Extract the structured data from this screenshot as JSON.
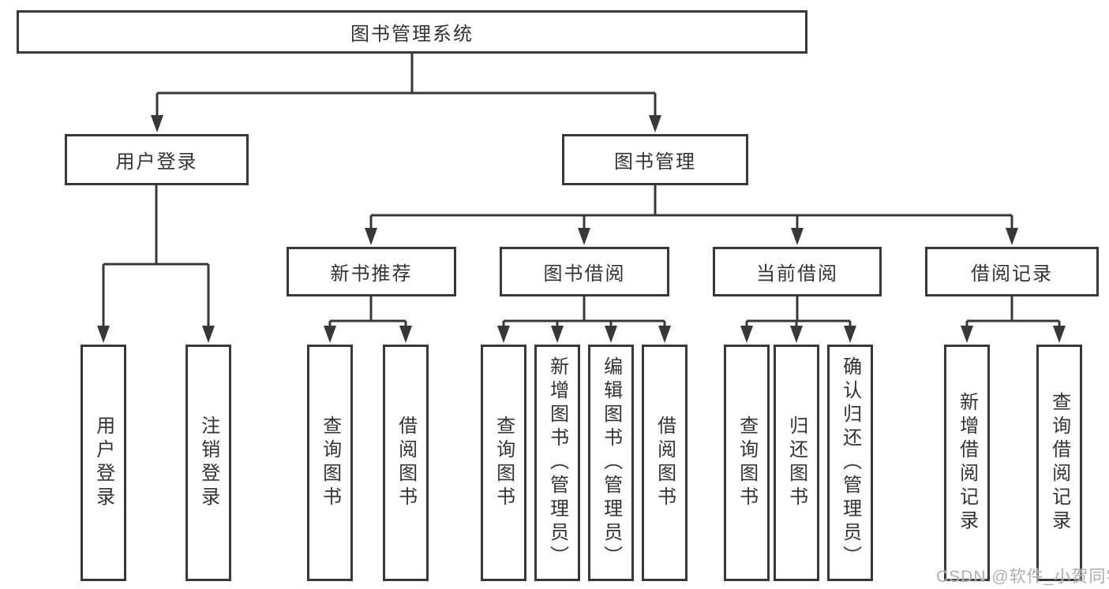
{
  "tree": {
    "label": "图书管理系统",
    "children": [
      {
        "label": "用户登录",
        "children": [
          {
            "label": "用户登录"
          },
          {
            "label": "注销登录"
          }
        ]
      },
      {
        "label": "图书管理",
        "children": [
          {
            "label": "新书推荐",
            "children": [
              {
                "label": "查询图书"
              },
              {
                "label": "借阅图书"
              }
            ]
          },
          {
            "label": "图书借阅",
            "children": [
              {
                "label": "查询图书"
              },
              {
                "label": "新增图书（管理员）"
              },
              {
                "label": "编辑图书（管理员）"
              },
              {
                "label": "借阅图书"
              }
            ]
          },
          {
            "label": "当前借阅",
            "children": [
              {
                "label": "查询图书"
              },
              {
                "label": "归还图书"
              },
              {
                "label": "确认归还（管理员）"
              }
            ]
          },
          {
            "label": "借阅记录",
            "children": [
              {
                "label": "新增借阅记录"
              },
              {
                "label": "查询借阅记录"
              }
            ]
          }
        ]
      }
    ]
  },
  "watermark": {
    "text": "CSDN @软件_小贺同学"
  },
  "colors": {
    "line": "#383838",
    "box_border": "#383838",
    "text": "#333333",
    "watermark": "#a8a8a8",
    "background": "#ffffff"
  }
}
